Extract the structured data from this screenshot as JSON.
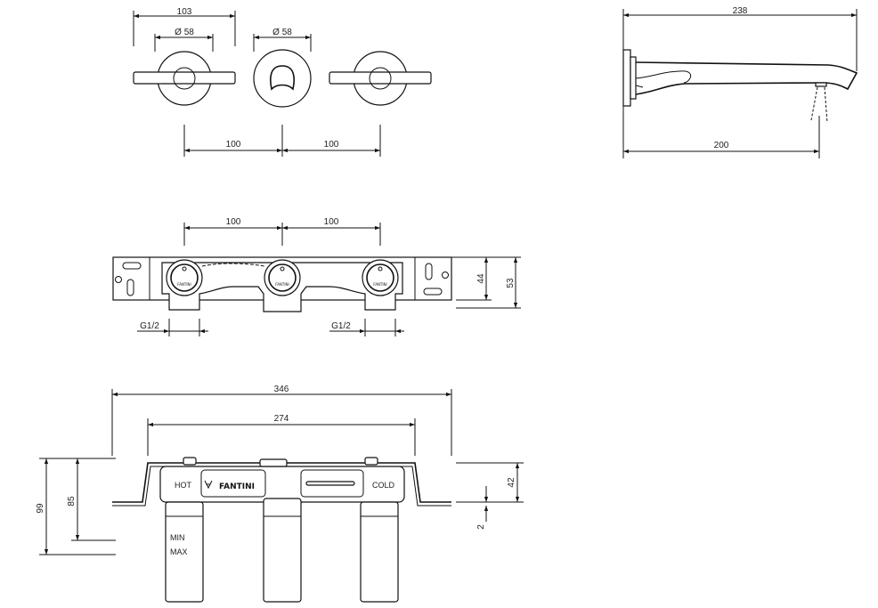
{
  "top_view": {
    "overall_width": "103",
    "rosette_diameter_left": "Ø 58",
    "rosette_diameter_center": "Ø 58",
    "spacing_left": "100",
    "spacing_right": "100"
  },
  "spout_view": {
    "projection_total": "238",
    "projection_outlet": "200"
  },
  "body_front_view": {
    "spacing_left": "100",
    "spacing_right": "100",
    "height_inner": "44",
    "height_outer": "53",
    "connection_left": "G1/2",
    "connection_right": "G1/2",
    "valve_badge_left": "FANTINI",
    "valve_badge_center": "FANTINI",
    "valve_badge_right": "FANTINI"
  },
  "body_top_view": {
    "overall_width": "346",
    "bracket_width": "274",
    "depth_max": "99",
    "depth_min": "85",
    "bracket_height": "42",
    "bracket_thickness": "2",
    "label_hot": "HOT",
    "label_cold": "COLD",
    "brand": "FANTINI",
    "label_min": "MIN",
    "label_max": "MAX"
  }
}
